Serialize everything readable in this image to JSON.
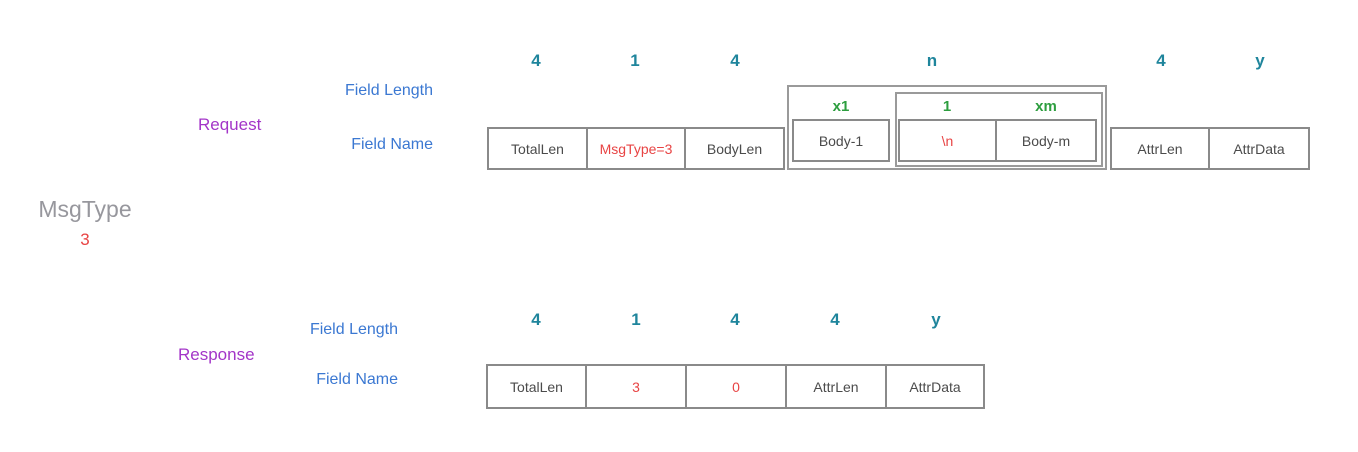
{
  "colors": {
    "length_number_teal": "#1f859c",
    "field_label_blue": "#3b78d2",
    "section_label_purple": "#a335c8",
    "count_label_green": "#2d9e3f",
    "highlight_red": "#e84444",
    "side_note_gray": "#97979d",
    "cell_border_gray": "#8a8a8a",
    "cell_text_gray": "#4b4b4b"
  },
  "request": {
    "label": "Request",
    "field_length_label": "Field Length",
    "field_name_label": "Field Name",
    "lengths": [
      "4",
      "1",
      "4",
      "n",
      "4",
      "y"
    ],
    "header_cells": [
      {
        "name": "TotalLen"
      },
      {
        "name": "MsgType=3"
      },
      {
        "name": "BodyLen"
      }
    ],
    "body_group": {
      "body1": {
        "count_label": "x1",
        "name": "Body-1"
      },
      "repeat_group": {
        "separator": {
          "count_label": "1",
          "name": "\\n"
        },
        "body_m": {
          "count_label": "xm",
          "name": "Body-m"
        }
      }
    },
    "attr_cells": [
      {
        "name": "AttrLen"
      },
      {
        "name": "AttrData"
      }
    ]
  },
  "side_note": {
    "label": "MsgType",
    "value": "3"
  },
  "response": {
    "label": "Response",
    "field_length_label": "Field Length",
    "field_name_label": "Field Name",
    "lengths": [
      "4",
      "1",
      "4",
      "4",
      "y"
    ],
    "cells": [
      {
        "name": "TotalLen"
      },
      {
        "name": "3"
      },
      {
        "name": "0"
      },
      {
        "name": "AttrLen"
      },
      {
        "name": "AttrData"
      }
    ]
  }
}
